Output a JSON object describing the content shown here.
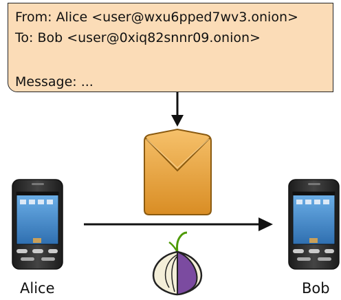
{
  "message": {
    "from_line": "From:  Alice <user@wxu6pped7wv3.onion>",
    "to_line": "To:  Bob <user@0xiq82snnr09.onion>",
    "body_line": "Message:  ..."
  },
  "nodes": {
    "sender": "Alice",
    "receiver": "Bob"
  },
  "colors": {
    "message_box": "#fbdcb7",
    "envelope": "#e9a23b",
    "onion_purple": "#7b4ba0",
    "phone_body": "#2b2b2b",
    "phone_screen": "#3d86c8"
  },
  "icons": {
    "phone": "smartphone-icon",
    "envelope": "envelope-icon",
    "onion": "tor-onion-icon"
  }
}
